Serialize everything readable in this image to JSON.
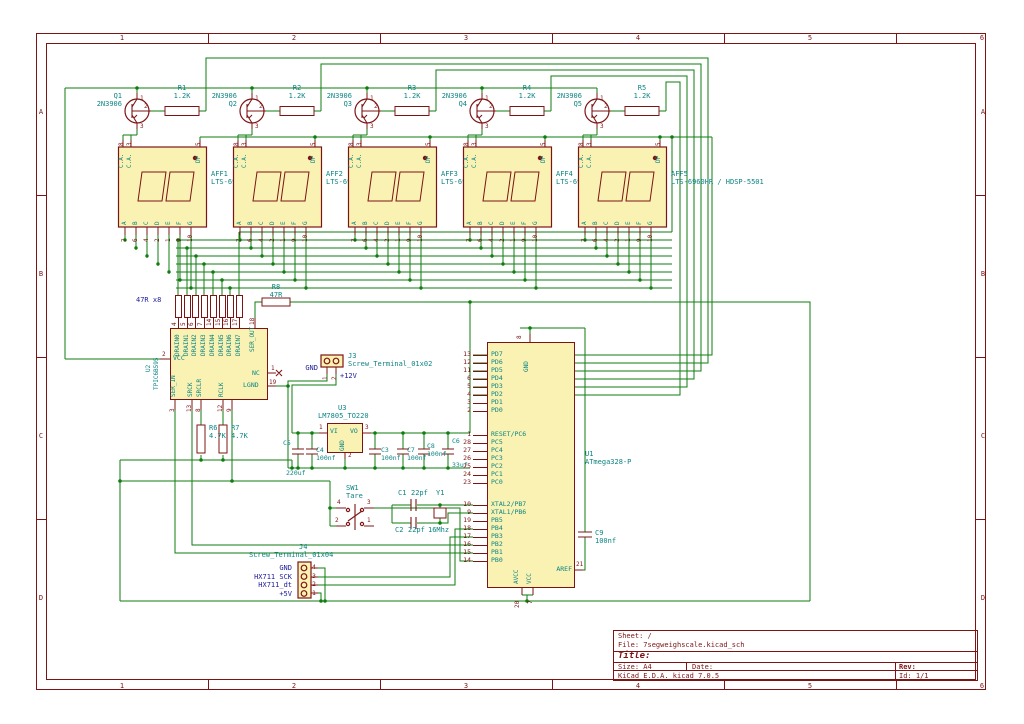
{
  "stages": [
    {
      "t1": "Q1",
      "t2": "2N3906",
      "r1": "R1",
      "r2": "1.2K",
      "dref": "AFF1"
    },
    {
      "t1": "2N3906",
      "t2": "Q2",
      "r1": "R2",
      "r2": "1.2K",
      "dref": "AFF2"
    },
    {
      "t1": "2N3906",
      "t2": "Q3",
      "r1": "R3",
      "r2": "1.2K",
      "dref": "AFF3"
    },
    {
      "t1": "2N3906",
      "t2": "Q4",
      "r1": "R4",
      "r2": "1.2K",
      "dref": "AFF4"
    },
    {
      "t1": "2N3906",
      "t2": "Q5",
      "r1": "R5",
      "r2": "1.2K",
      "dref": "AFF5"
    }
  ],
  "display_value": "LTS-6960HR / HDSP-5501",
  "transistor_pins": [
    "1",
    "2",
    "3"
  ],
  "display_pins": {
    "top": [
      {
        "num": "8",
        "name": "C.A."
      },
      {
        "num": "3",
        "name": "C.A."
      },
      {
        "num": "5",
        "name": "DP"
      }
    ],
    "bottom": [
      {
        "num": "7",
        "seg": "A"
      },
      {
        "num": "6",
        "seg": "B"
      },
      {
        "num": "4",
        "seg": "C"
      },
      {
        "num": "2",
        "seg": "D"
      },
      {
        "num": "1",
        "seg": "E"
      },
      {
        "num": "9",
        "seg": "F"
      },
      {
        "num": "10",
        "seg": "G"
      }
    ]
  },
  "bank_label": "47R x8",
  "r8": {
    "ref": "R8",
    "value": "47R"
  },
  "r6": {
    "ref": "R6",
    "value": "4.7K"
  },
  "r7": {
    "ref": "R7",
    "value": "4.7K"
  },
  "u2": {
    "ref": "U2",
    "value": "TPIC6B595",
    "vcc": {
      "num": "2",
      "name": "VCC"
    },
    "ser_out": {
      "num": "18",
      "name": "SER_OUT"
    },
    "nc": {
      "num": "1",
      "name": "NC"
    },
    "lgnd": {
      "num": "19",
      "name": "LGND"
    },
    "drains": [
      {
        "num": "4",
        "name": "DRAIN0"
      },
      {
        "num": "5",
        "name": "DRAIN1"
      },
      {
        "num": "6",
        "name": "DRAIN2"
      },
      {
        "num": "7",
        "name": "DRAIN3"
      },
      {
        "num": "14",
        "name": "DRAIN4"
      },
      {
        "num": "15",
        "name": "DRAIN5"
      },
      {
        "num": "16",
        "name": "DRAIN6"
      },
      {
        "num": "17",
        "name": "DRAIN7"
      }
    ],
    "bottom": [
      {
        "num": "3",
        "name": "SER_IN"
      },
      {
        "num": "13",
        "name": "SRCK"
      },
      {
        "num": "8",
        "name": "SRCLR"
      },
      {
        "num": "12",
        "name": "RCLK"
      },
      {
        "num": "9",
        "name": ""
      }
    ]
  },
  "j3": {
    "ref": "J3",
    "value": "Screw_Terminal_01x02",
    "pin1_label": "GND",
    "pin2_label": "+12V",
    "pin1": "1",
    "pin2": "2"
  },
  "u3": {
    "ref": "U3",
    "value": "LM7805_TO220",
    "vi": "VI",
    "vo": "VO",
    "gnd": "GND",
    "n1": "1",
    "n2": "2",
    "n3": "3"
  },
  "caps": {
    "c5": {
      "ref": "C5",
      "value": "220uf"
    },
    "c4": {
      "ref": "C4",
      "value": "100nf"
    },
    "c3": {
      "ref": "C3",
      "value": "100nf"
    },
    "c7": {
      "ref": "C7",
      "value": "100nf"
    },
    "c8": {
      "ref": "C8",
      "value": "100nf"
    },
    "c6": {
      "ref": "C6",
      "value": "33uf"
    },
    "c9": {
      "ref": "C9",
      "value": "100nf"
    },
    "c1": {
      "ref": "C1",
      "value": "22pf"
    },
    "c2": {
      "ref": "C2",
      "value": "22pf"
    }
  },
  "y1": {
    "ref": "Y1",
    "value": "16Mhz"
  },
  "sw1": {
    "ref": "SW1",
    "value": "Tare",
    "pins": [
      "4",
      "3",
      "2",
      "1"
    ]
  },
  "u1": {
    "ref": "U1",
    "value": "ATmega328-P",
    "gnd": {
      "num": "8",
      "name": "GND"
    },
    "avcc": {
      "num": "20",
      "name": "AVCC"
    },
    "vcc": {
      "num": "7",
      "name": "VCC"
    },
    "aref": {
      "num": "21",
      "name": "AREF"
    },
    "port_d": [
      {
        "num": "13",
        "name": "PD7"
      },
      {
        "num": "12",
        "name": "PD6"
      },
      {
        "num": "11",
        "name": "PD5"
      },
      {
        "num": "6",
        "name": "PD4"
      },
      {
        "num": "5",
        "name": "PD3"
      },
      {
        "num": "4",
        "name": "PD2"
      },
      {
        "num": "3",
        "name": "PD1"
      },
      {
        "num": "2",
        "name": "PD0"
      }
    ],
    "port_c": [
      {
        "num": "1",
        "name": "RESET/PC6"
      },
      {
        "num": "28",
        "name": "PC5"
      },
      {
        "num": "27",
        "name": "PC4"
      },
      {
        "num": "26",
        "name": "PC3"
      },
      {
        "num": "25",
        "name": "PC2"
      },
      {
        "num": "24",
        "name": "PC1"
      },
      {
        "num": "23",
        "name": "PC0"
      }
    ],
    "port_b": [
      {
        "num": "10",
        "name": "XTAL2/PB7"
      },
      {
        "num": "9",
        "name": "XTAL1/PB6"
      },
      {
        "num": "19",
        "name": "PB5"
      },
      {
        "num": "18",
        "name": "PB4"
      },
      {
        "num": "17",
        "name": "PB3"
      },
      {
        "num": "16",
        "name": "PB2"
      },
      {
        "num": "15",
        "name": "PB1"
      },
      {
        "num": "14",
        "name": "PB0"
      }
    ]
  },
  "j4": {
    "ref": "J4",
    "value": "Screw_Terminal_01x04",
    "pins": [
      {
        "num": "4",
        "label": "GND"
      },
      {
        "num": "3",
        "label": "HX711 SCK"
      },
      {
        "num": "2",
        "label": "HX711_dt"
      },
      {
        "num": "1",
        "label": "+5V"
      }
    ]
  },
  "sheet": {
    "cols": [
      "1",
      "2",
      "3",
      "4",
      "5",
      "6"
    ],
    "rows": [
      "A",
      "B",
      "C",
      "D"
    ],
    "title_block": {
      "sheet": "Sheet: /",
      "file": "File: 7segweighscale.kicad_sch",
      "title": "Title:",
      "size": "Size: A4",
      "date": "Date:",
      "rev": "Rev:",
      "company": "KiCad E.D.A.  kicad 7.0.5",
      "id": "Id: 1/1"
    }
  },
  "colors": {
    "wire": "#0f7d0f",
    "symbol": "#7d1414",
    "fill": "#f9f2b3",
    "pin_name": "#0c8484",
    "label": "#20209c"
  }
}
